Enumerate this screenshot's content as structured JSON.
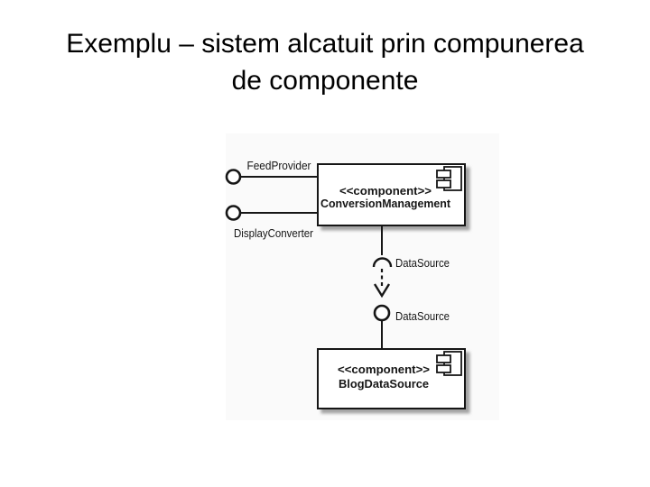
{
  "slide": {
    "title_line1": "Exemplu – sistem alcatuit prin compunerea",
    "title_line2": "de componente"
  },
  "diagram": {
    "kind": "uml-component-diagram",
    "colors": {
      "stroke": "#161616",
      "shadow": "#9a9a9a",
      "scan_background": "#fafafa",
      "box_fill": "#ffffff"
    },
    "labels": {
      "feed_provider": "FeedProvider",
      "display_converter": "DisplayConverter",
      "stereotype_top": "<<component>>",
      "component_top": "ConversionManagement",
      "data_source_required": "DataSource",
      "data_source_provided": "DataSource",
      "stereotype_bottom": "<<component>>",
      "component_bottom": "BlogDataSource"
    },
    "relationship": "ConversionManagement requires DataSource; BlogDataSource provides DataSource"
  }
}
